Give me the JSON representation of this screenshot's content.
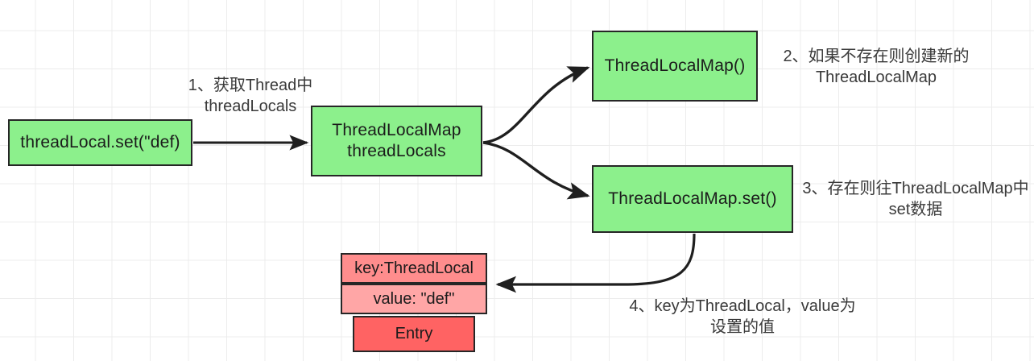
{
  "diagram": {
    "title": "ThreadLocal set flow",
    "colors": {
      "node_fill": "#8cf08c",
      "node_stroke": "#262626",
      "entry_key_fill": "#ff8d8d",
      "entry_value_fill": "#ffa6a6",
      "entry_fill": "#ff6363",
      "grid_line": "#ececec",
      "edge_stroke": "#1f1f1f"
    },
    "nodes": {
      "thread_local_set": "threadLocal.set(\"def)",
      "thread_locals_line1": "ThreadLocalMap",
      "thread_locals_line2": "threadLocals",
      "thread_local_map_ctor": "ThreadLocalMap()",
      "thread_local_map_set": "ThreadLocalMap.set()"
    },
    "entry": {
      "key": "key:ThreadLocal",
      "value": "value: \"def\"",
      "label": "Entry"
    },
    "notes": {
      "step1": "1、获取Thread中\nthreadLocals",
      "step2": "2、如果不存在则创建新的\nThreadLocalMap",
      "step3": "3、存在则往ThreadLocalMap中\nset数据",
      "step4": "4、key为ThreadLocal，value为\n设置的值"
    }
  }
}
